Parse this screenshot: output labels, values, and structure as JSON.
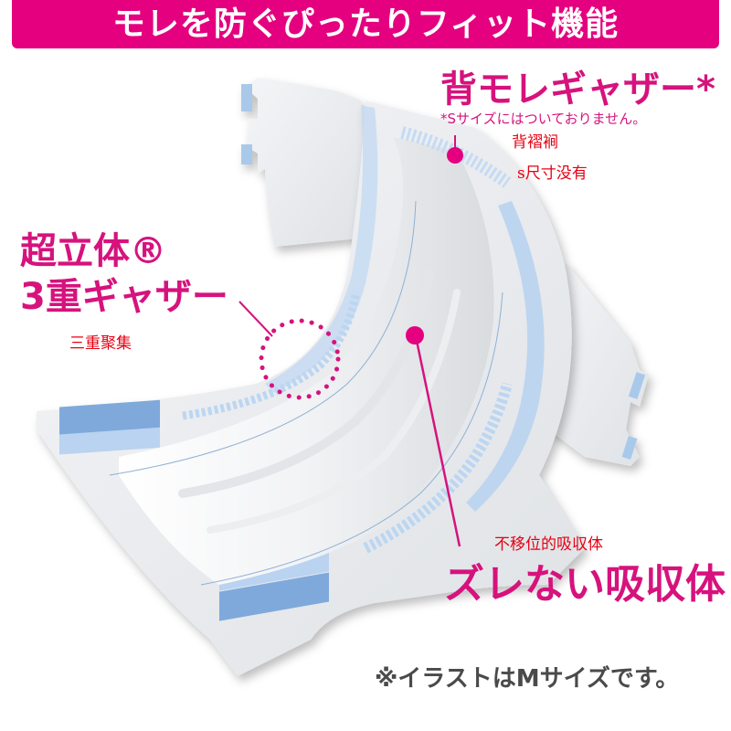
{
  "header": {
    "title": "モレを防ぐぴったりフィット機能"
  },
  "callouts": {
    "back_gather": {
      "title": "背モレギャザー*",
      "note": "*Sサイズにはついておりません。",
      "translation_line1": "背褶裥",
      "translation_line2": "s尺寸没有"
    },
    "triple_gather": {
      "title_line1": "超立体®",
      "title_line2": "3重ギャザー",
      "translation": "三重聚集"
    },
    "absorber": {
      "title": "ズレない吸収体",
      "translation": "不移位的吸収体"
    }
  },
  "footnote": "※イラストはMサイズです。",
  "colors": {
    "header_bg": "#e4007f",
    "callout_pink": "#d6127d",
    "translation_red": "#e60012",
    "diaper_blue": "#a9c9ea",
    "diaper_blue_dark": "#7fa9db",
    "footnote_gray": "#4a4a4a"
  }
}
